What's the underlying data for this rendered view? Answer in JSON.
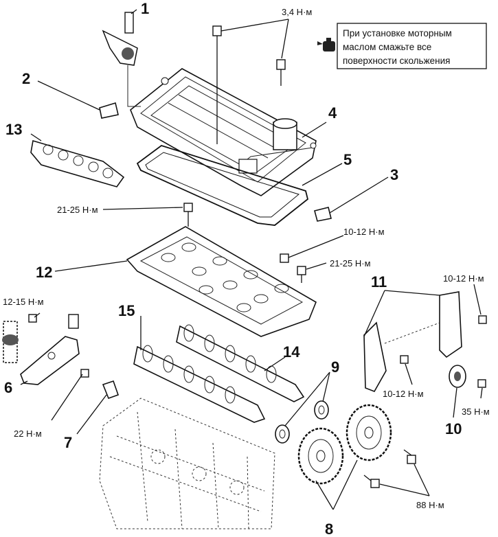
{
  "note": {
    "lines": [
      "При установке моторным",
      "маслом смажьте все",
      "поверхности скольжения"
    ],
    "icon": "oil-can-icon"
  },
  "callouts": {
    "c1": "1",
    "c2": "2",
    "c3": "3",
    "c4": "4",
    "c5": "5",
    "c6": "6",
    "c7": "7",
    "c8": "8",
    "c9": "9",
    "c10": "10",
    "c11": "11",
    "c12": "12",
    "c13": "13",
    "c14": "14",
    "c15": "15"
  },
  "torques": {
    "t_34": "3,4 Н·м",
    "t_2125_a": "21-25 Н·м",
    "t_1012_a": "10-12 Н·м",
    "t_2125_b": "21-25 Н·м",
    "t_1012_b": "10-12 Н·м",
    "t_1215": "12-15 Н·м",
    "t_1012_c": "10-12 Н·м",
    "t_22": "22 Н·м",
    "t_35": "35 Н·м",
    "t_88": "88 Н·м"
  }
}
